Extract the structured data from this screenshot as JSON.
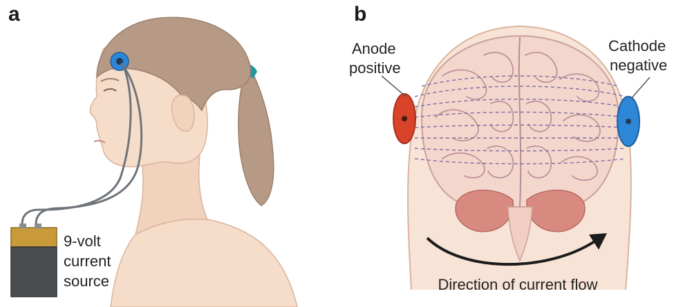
{
  "panel_a": {
    "letter": "a",
    "battery_label": [
      "9-volt",
      "current",
      "source"
    ]
  },
  "panel_b": {
    "letter": "b",
    "anode_label": [
      "Anode",
      "positive"
    ],
    "cathode_label": [
      "Cathode",
      "negative"
    ],
    "flow_caption": "Direction of current flow"
  },
  "colors": {
    "skin": "#f6ddc9",
    "skin_shadow": "#e9c2aa",
    "hair": "#b79a85",
    "hair_dark": "#9c7f6b",
    "hair_tie": "#1f9aa0",
    "electrode_blue": "#2d86d6",
    "electrode_red": "#d9432a",
    "wire": "#6f747a",
    "battery_body": "#4a4d50",
    "battery_top": "#c99a3a",
    "brain": "#f3d6cc",
    "brain_outline": "#c9a19a",
    "cerebellum": "#d98a80",
    "arrow": "#1c1c1c"
  }
}
